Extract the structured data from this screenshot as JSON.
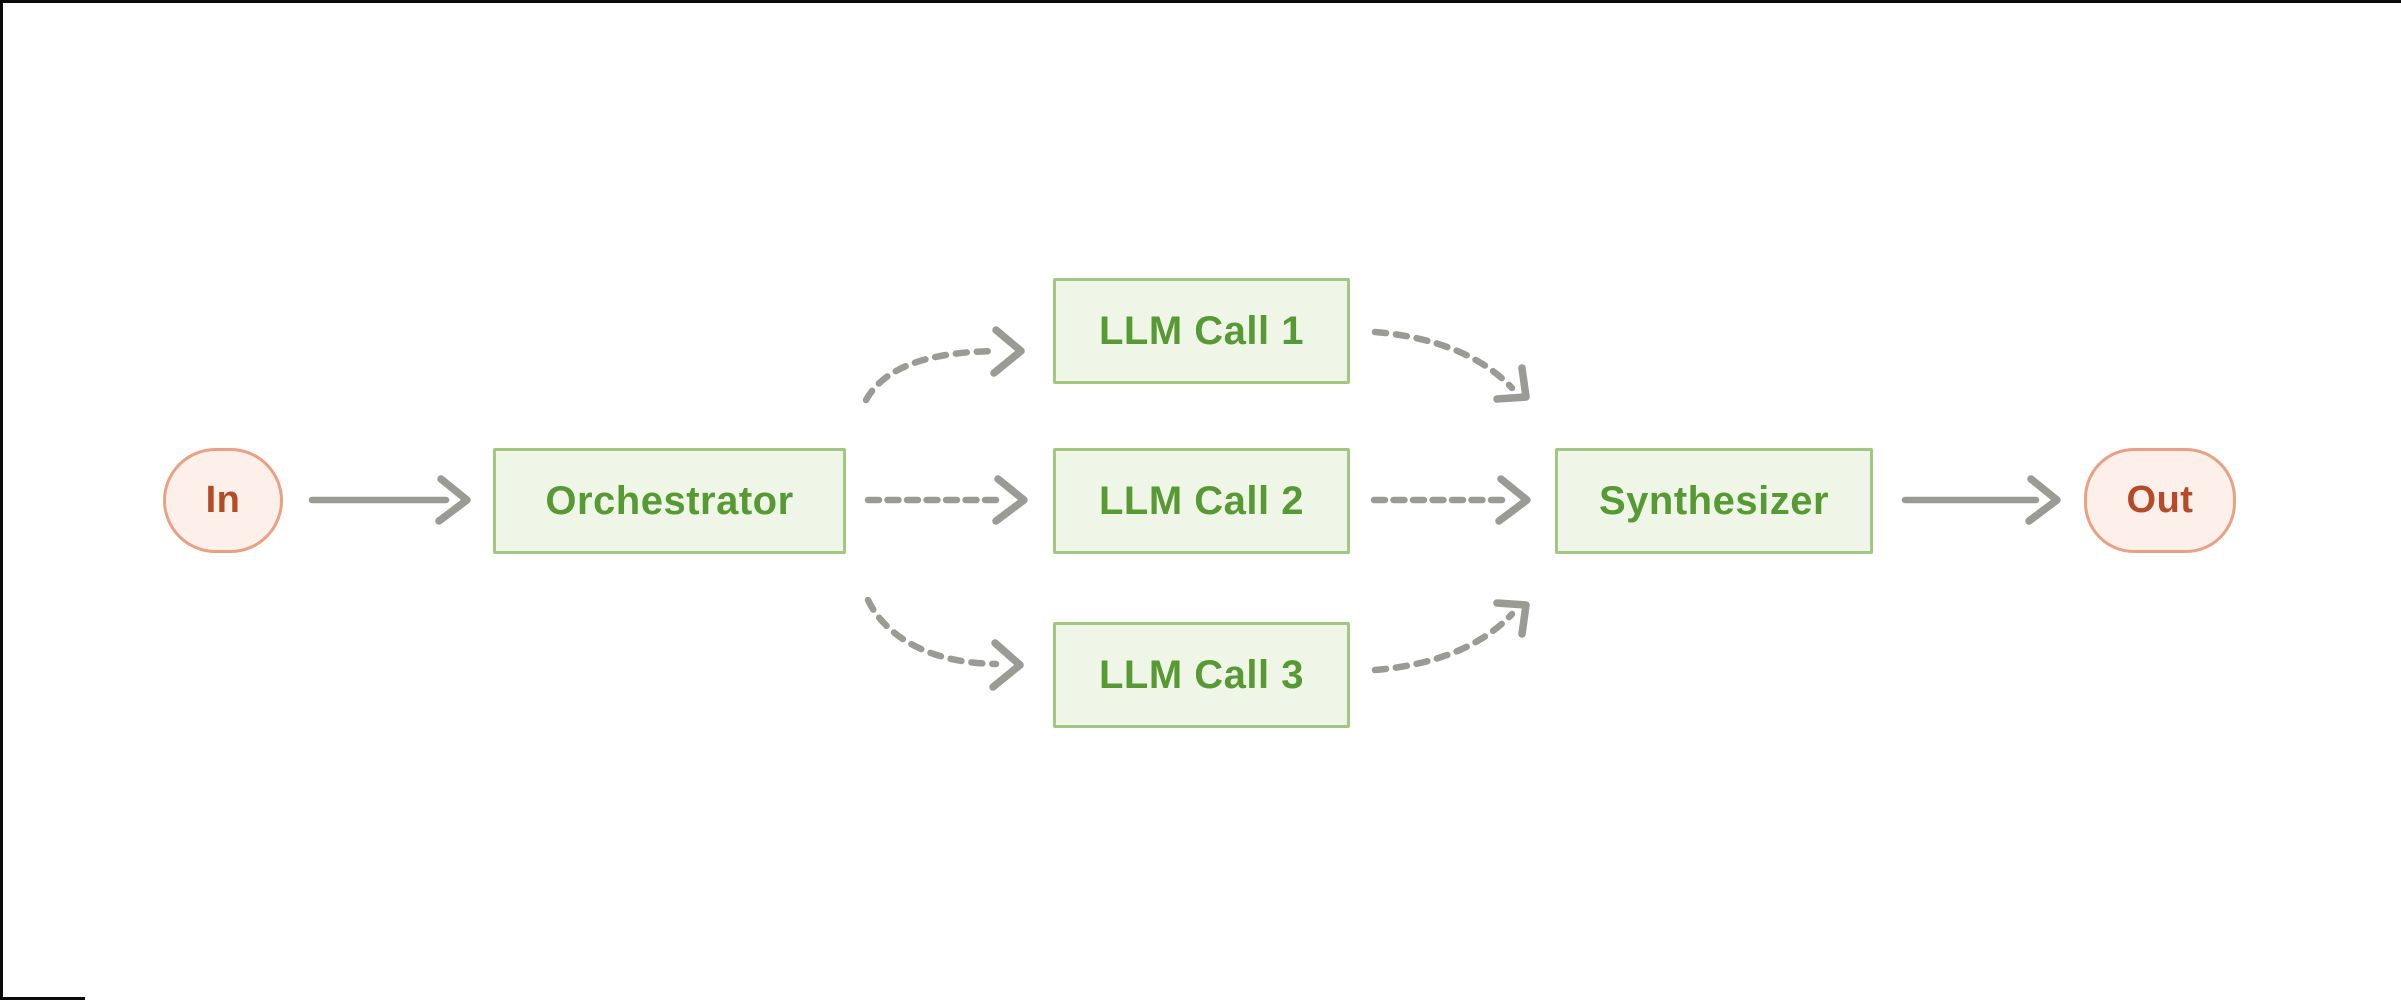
{
  "diagram": {
    "title": "orchestrator-workers-workflow",
    "nodes": {
      "in": {
        "label": "In"
      },
      "orchestrator": {
        "label": "Orchestrator"
      },
      "llm_call_1": {
        "label": "LLM Call 1"
      },
      "llm_call_2": {
        "label": "LLM Call 2"
      },
      "llm_call_3": {
        "label": "LLM Call 3"
      },
      "synthesizer": {
        "label": "Synthesizer"
      },
      "out": {
        "label": "Out"
      }
    },
    "colors": {
      "node_green_text": "#579a33",
      "node_green_border": "#a0c883",
      "node_green_fill": "#eff6e8",
      "terminal_red_text": "#b54b28",
      "terminal_red_border": "#eaa083",
      "terminal_red_fill": "#fdf0ea",
      "arrow_gray": "#9a9b94",
      "screen_edge_black": "#0a0a0a",
      "canvas_bg": "#ffffff"
    }
  }
}
